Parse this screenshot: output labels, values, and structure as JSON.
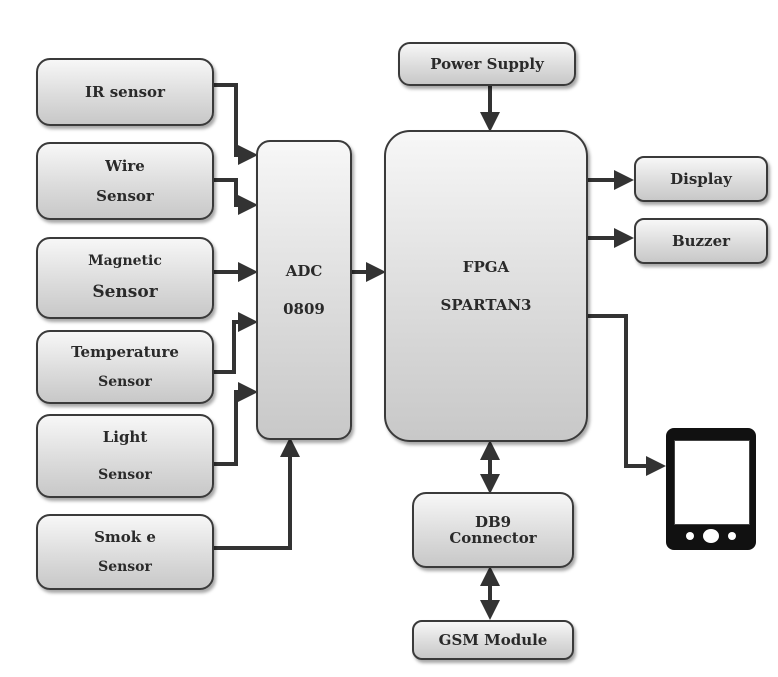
{
  "diagram": {
    "sensors": [
      {
        "id": "ir",
        "lines": [
          "IR sensor"
        ]
      },
      {
        "id": "wire",
        "lines": [
          "Wire",
          "Sensor"
        ]
      },
      {
        "id": "magnetic",
        "lines": [
          "Magnetic",
          "Sensor"
        ]
      },
      {
        "id": "temperature",
        "lines": [
          "Temperature",
          "Sensor"
        ]
      },
      {
        "id": "light",
        "lines": [
          "Light",
          "Sensor"
        ]
      },
      {
        "id": "smoke",
        "lines": [
          "Smok e",
          "Sensor"
        ]
      }
    ],
    "adc": {
      "lines": [
        "ADC",
        "0809"
      ]
    },
    "power": {
      "label": "Power Supply"
    },
    "fpga": {
      "lines": [
        "FPGA",
        "SPARTAN3"
      ]
    },
    "display": {
      "label": "Display"
    },
    "buzzer": {
      "label": "Buzzer"
    },
    "db9": {
      "lines": [
        "DB9",
        "Connector"
      ]
    },
    "gsm": {
      "label": "GSM Module"
    },
    "phone": {
      "icon": "mobile-phone-icon"
    }
  }
}
